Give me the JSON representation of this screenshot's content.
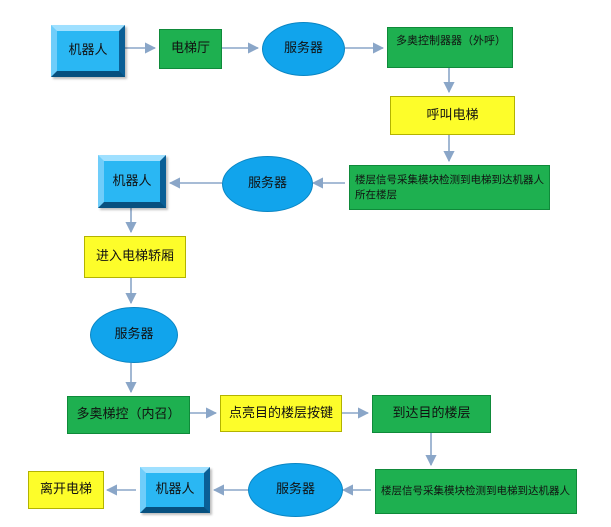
{
  "colors": {
    "green": "#1eb050",
    "yellow": "#fdfd2a",
    "ellipse_blue": "#11a4ec",
    "robot_blue": "#2ab7f3",
    "arrow": "#8aa6c8"
  },
  "nodes": {
    "robot_1": "机器人",
    "elevator_hall": "电梯厅",
    "server_1": "服务器",
    "duoao_controller_outer": "多奥控制器器（外呼）",
    "call_elevator": "呼叫电梯",
    "floor_signal_1": "楼层信号采集模块检测到电梯到达机器人所在楼层",
    "server_2": "服务器",
    "robot_2": "机器人",
    "enter_car": "进入电梯轿厢",
    "server_3": "服务器",
    "duoao_ladder_inner": "多奥梯控（内召）",
    "light_button": "点亮目的楼层按键",
    "arrive_floor": "到达目的楼层",
    "floor_signal_2": "楼层信号采集模块检测到电梯到达机器人",
    "server_4": "服务器",
    "robot_3": "机器人",
    "leave_elevator": "离开电梯"
  }
}
